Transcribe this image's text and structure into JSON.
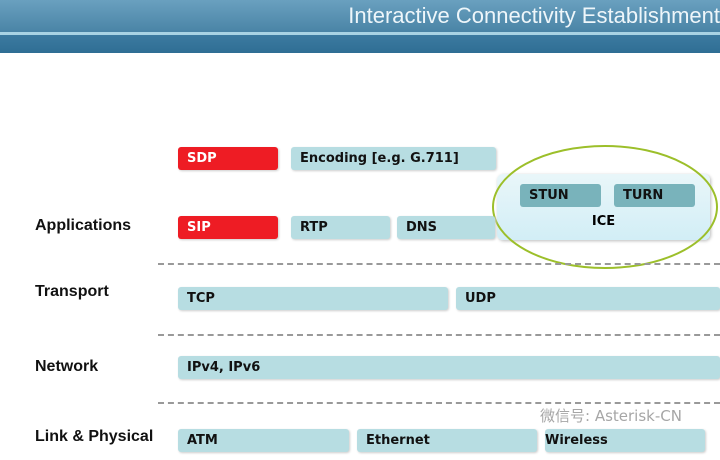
{
  "header": {
    "title": "Interactive Connectivity Establishment"
  },
  "layers": {
    "applications": "Applications",
    "transport": "Transport",
    "network": "Network",
    "link": "Link & Physical"
  },
  "boxes": {
    "sdp": "SDP",
    "encoding": "Encoding [e.g. G.711]",
    "sip": "SIP",
    "rtp": "RTP",
    "dns": "DNS",
    "tcp": "TCP",
    "udp": "UDP",
    "ip": "IPv4, IPv6",
    "atm": "ATM",
    "ethernet": "Ethernet",
    "wireless": "Wireless"
  },
  "ice": {
    "label": "ICE",
    "stun": "STUN",
    "turn": "TURN"
  },
  "watermark": "微信号: Asterisk-CN",
  "colors": {
    "red": "#ee1c24",
    "box": "#b7dde2",
    "highlight": "#9cbf2a"
  }
}
